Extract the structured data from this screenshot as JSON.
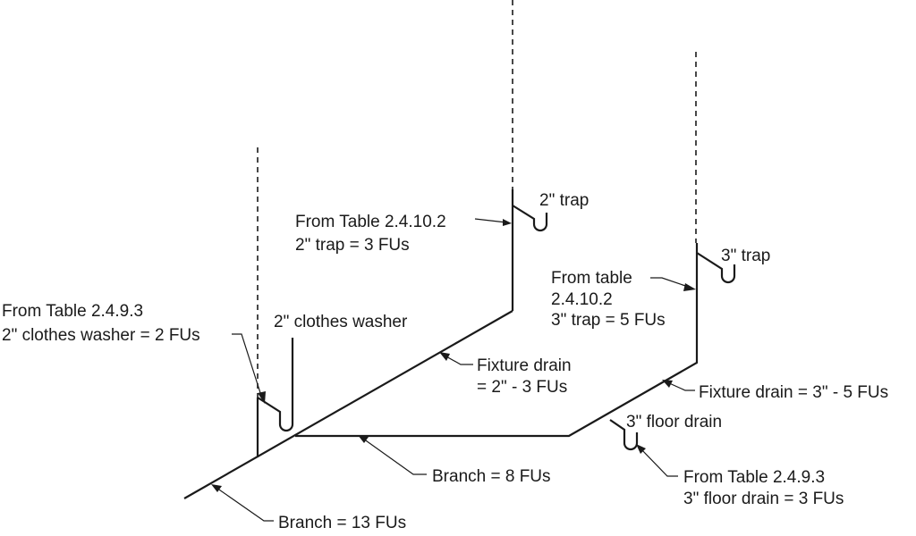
{
  "labels": {
    "trap_2in": "2\" trap",
    "trap_2in_source_line1": "From Table 2.4.10.2",
    "trap_2in_source_line2": "2\" trap = 3 FUs",
    "trap_3in": "3\" trap",
    "trap_3in_source_line1": "From table",
    "trap_3in_source_line2": "2.4.10.2",
    "trap_3in_source_line3": "3\" trap = 5 FUs",
    "washer_source_line1": "From Table 2.4.9.3",
    "washer_source_line2": "2\" clothes washer = 2 FUs",
    "washer_name": "2\" clothes washer",
    "fixture_drain_2in_line1": "Fixture drain",
    "fixture_drain_2in_line2": "= 2\" - 3 FUs",
    "fixture_drain_3in": "Fixture drain = 3\" - 5 FUs",
    "floor_drain_name": "3\" floor drain",
    "floor_drain_source_line1": "From Table 2.4.9.3",
    "floor_drain_source_line2": "3\" floor drain = 3 FUs",
    "branch_8": "Branch = 8 FUs",
    "branch_13": "Branch = 13 FUs"
  }
}
